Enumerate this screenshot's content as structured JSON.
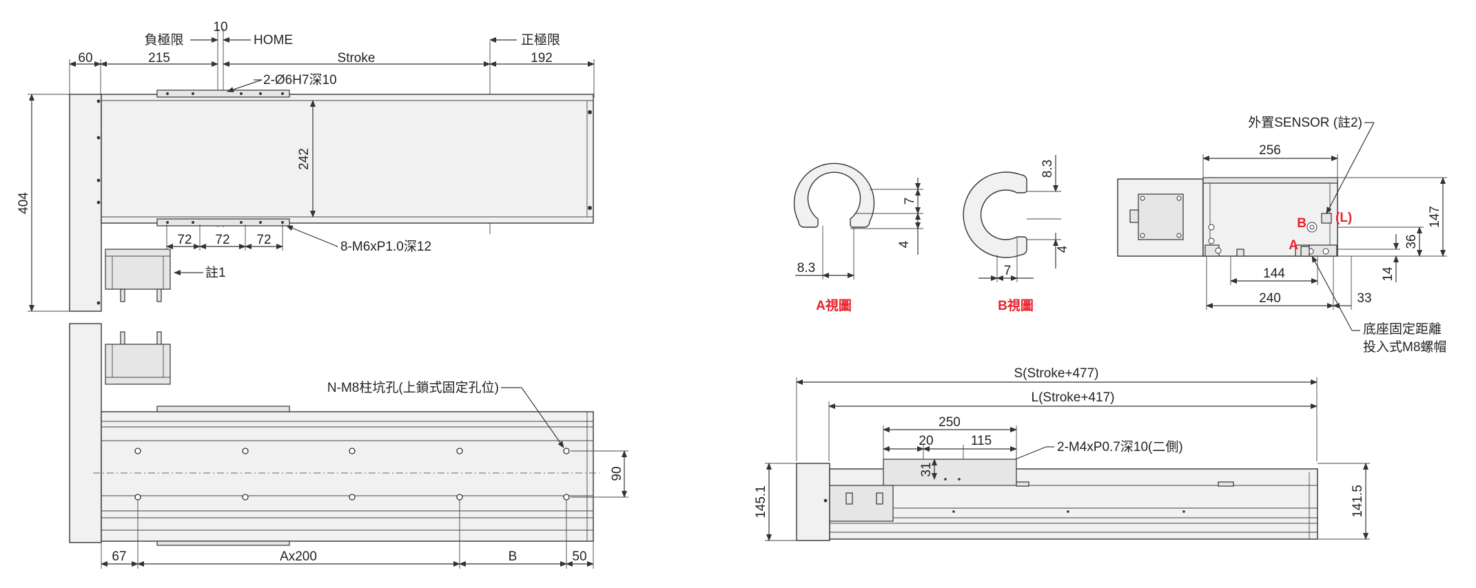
{
  "colors": {
    "line": "#333333",
    "body_fill": "#f1f1f1",
    "view_label": "#e8202a"
  },
  "top_view": {
    "neg_limit": "負極限",
    "home_offset": "10",
    "home": "HOME",
    "pos_limit": "正極限",
    "d60": "60",
    "d215": "215",
    "stroke": "Stroke",
    "d192": "192",
    "d404": "404",
    "d242": "242",
    "pin_hole": "2-Ø6H7深10",
    "d72a": "72",
    "d72b": "72",
    "d72c": "72",
    "tap_holes": "8-M6xP1.0深12",
    "note1": "註1"
  },
  "bottom_view": {
    "mount_holes": "N-M8柱坑孔(上鎖式固定孔位)",
    "d90": "90",
    "d67": "67",
    "ax200": "Ax200",
    "b": "B",
    "d50": "50"
  },
  "view_a": {
    "label": "A視圖",
    "d8_3": "8.3",
    "d7": "7",
    "d4": "4"
  },
  "view_b": {
    "label": "B視圖",
    "d8_3": "8.3",
    "d7": "7",
    "d4": "4"
  },
  "end_view": {
    "sensor": "外置SENSOR (註2)",
    "d256": "256",
    "d147": "147",
    "l": "(L)",
    "b": "B",
    "a": "A",
    "d36": "36",
    "d14": "14",
    "d144": "144",
    "d240": "240",
    "d33": "33",
    "base_note_1": "底座固定距離",
    "base_note_2": "投入式M8螺帽"
  },
  "side_view": {
    "s_len": "S(Stroke+477)",
    "l_len": "L(Stroke+417)",
    "d250": "250",
    "d20": "20",
    "d115": "115",
    "tap": "2-M4xP0.7深10(二側)",
    "d31": "31",
    "d145_1": "145.1",
    "d141_5": "141.5"
  }
}
